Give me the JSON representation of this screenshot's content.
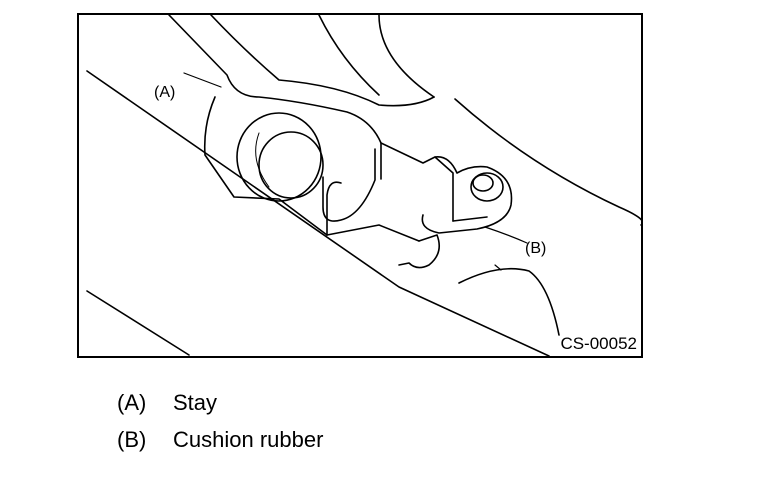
{
  "figure": {
    "callouts": {
      "a": "(A)",
      "b": "(B)"
    },
    "code": "CS-00052"
  },
  "legend": [
    {
      "key": "(A)",
      "label": "Stay"
    },
    {
      "key": "(B)",
      "label": "Cushion rubber"
    }
  ]
}
